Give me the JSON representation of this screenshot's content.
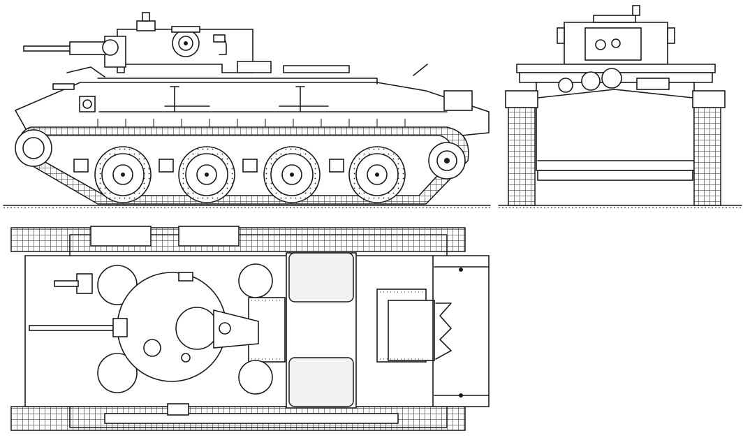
{
  "drawing": {
    "views": [
      "side-elevation",
      "front-elevation",
      "top-plan"
    ],
    "line_color": "#1a1a1a",
    "background": "#ffffff"
  }
}
